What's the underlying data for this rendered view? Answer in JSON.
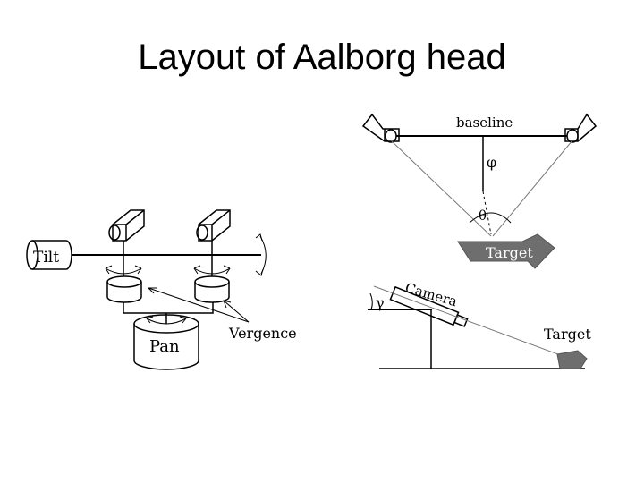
{
  "slide": {
    "title": "Layout of Aalborg head"
  },
  "left_diagram": {
    "tilt_label": "Tilt",
    "pan_label": "Pan",
    "vergence_label": "Vergence"
  },
  "top_right_diagram": {
    "baseline_label": "baseline",
    "phi_label": "φ",
    "theta_label": "θ",
    "target_label": "Target"
  },
  "bottom_right_diagram": {
    "camera_label": "Camera",
    "gamma_label": "γ",
    "target_label": "Target"
  },
  "colors": {
    "target_fill": "#6e6e6e",
    "line": "#000000",
    "sight_line": "#777777"
  }
}
